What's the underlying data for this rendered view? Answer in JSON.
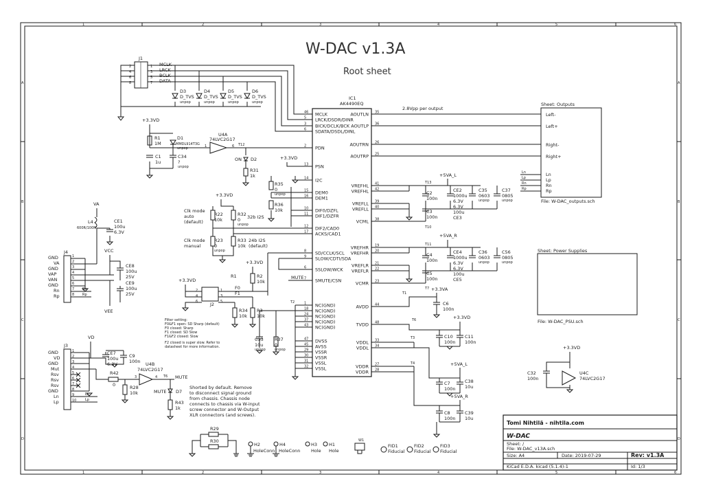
{
  "title": "W-DAC v1.3A",
  "subtitle": "Root sheet",
  "frame": {
    "cols": [
      "1",
      "2",
      "3",
      "4",
      "5",
      "6"
    ],
    "rows": [
      "A",
      "B",
      "C",
      "D"
    ]
  },
  "ic1": {
    "ref": "IC1",
    "part": "AK4490EQ",
    "left_pins": [
      {
        "name": "MCLK",
        "num": "46"
      },
      {
        "name": "LRCK/DSDR/DINR",
        "num": "5"
      },
      {
        "name": "BICK/DCLK/BCK",
        "num": "3"
      },
      {
        "name": "SDATA/DSDL/DINL",
        "num": "6"
      },
      {
        "name": "PDN",
        "num": "2"
      },
      {
        "name": "PSN",
        "num": "13"
      },
      {
        "name": "I2C",
        "num": "14"
      },
      {
        "name": "DEM0",
        "num": "15"
      },
      {
        "name": "DEM1",
        "num": "16"
      },
      {
        "name": "DIF0/DZFL",
        "num": "10"
      },
      {
        "name": "DIF1/DZFR",
        "num": "11"
      },
      {
        "name": "DIF2/CAD0",
        "num": "12"
      },
      {
        "name": "ACKS/CAD1",
        "num": "17"
      },
      {
        "name": "SD/CCLK/SCL",
        "num": "8"
      },
      {
        "name": "SLOW/CDTI/SDA",
        "num": "9"
      },
      {
        "name": "SSLOW/WCK",
        "num": "6"
      },
      {
        "name": "SMUTE/CSN",
        "num": "7"
      },
      {
        "name": "NC(GND)",
        "num": "1"
      },
      {
        "name": "NC(GND)",
        "num": "18"
      },
      {
        "name": "NC(GND)",
        "num": "24"
      },
      {
        "name": "NC(GND)",
        "num": "37"
      },
      {
        "name": "NC(GND)",
        "num": "43"
      },
      {
        "name": "DVSS",
        "num": "47"
      },
      {
        "name": "AVSS",
        "num": "45"
      },
      {
        "name": "VSSR",
        "num": "29"
      },
      {
        "name": "VSSR",
        "num": "30"
      },
      {
        "name": "VSSL",
        "num": "31"
      },
      {
        "name": "VSSL",
        "num": "32"
      }
    ],
    "right_pins": [
      {
        "name": "AOUTLN",
        "num": "35"
      },
      {
        "name": "AOUTLP",
        "num": "36"
      },
      {
        "name": "AOUTRN",
        "num": "26"
      },
      {
        "name": "AOUTRP",
        "num": "25"
      },
      {
        "name": "VREFHL",
        "num": "41"
      },
      {
        "name": "VREFHL",
        "num": "42"
      },
      {
        "name": "VREFLL",
        "num": "39"
      },
      {
        "name": "VREFLL",
        "num": "40"
      },
      {
        "name": "VCML",
        "num": "38"
      },
      {
        "name": "VREFHR",
        "num": "19"
      },
      {
        "name": "VREFHR",
        "num": "20"
      },
      {
        "name": "VREFLR",
        "num": "21"
      },
      {
        "name": "VREFLR",
        "num": "22"
      },
      {
        "name": "VCMR",
        "num": "23"
      },
      {
        "name": "AVDD",
        "num": "44"
      },
      {
        "name": "TVDD",
        "num": "48"
      },
      {
        "name": "VDDL",
        "num": "33"
      },
      {
        "name": "VDDL",
        "num": "34"
      },
      {
        "name": "VDDR",
        "num": "27"
      },
      {
        "name": "VDDR",
        "num": "28"
      }
    ]
  },
  "j1": {
    "ref": "J1",
    "pins_left": [
      "2",
      "4",
      "6",
      "8"
    ],
    "pins_right": [
      "1",
      "3",
      "5",
      "7"
    ],
    "nets": [
      "MCLK",
      "LRCK",
      "BCLK",
      "DATA"
    ]
  },
  "tvs": [
    {
      "ref": "D3",
      "val": "D_TVS",
      "note": "unpop"
    },
    {
      "ref": "D4",
      "val": "D_TVS",
      "note": "unpop"
    },
    {
      "ref": "D5",
      "val": "D_TVS",
      "note": "unpop"
    },
    {
      "ref": "D6",
      "val": "D_TVS",
      "note": "unpop"
    }
  ],
  "output_note": "2.8Vpp per output",
  "sheet_outputs": {
    "name": "Sheet: Outputs",
    "file": "File: W-DAC_outputs.sch",
    "pins": [
      "Left-",
      "Left+",
      "Right-",
      "Right+",
      "Ln",
      "Lp",
      "Rn",
      "Rp"
    ]
  },
  "sheet_psu": {
    "name": "Sheet: Power Supplies",
    "file": "File: W-DAC_PSU.sch"
  },
  "power": {
    "v33": "+3.3VD",
    "v33a": "+3.3VA",
    "v5l": "+5VA_L",
    "v5r": "+5VA_R",
    "va": "VA",
    "vd": "VD",
    "vcc": "VCC",
    "vee": "VEE"
  },
  "parts": {
    "r1": [
      "R1",
      "1M"
    ],
    "d1": [
      "D1",
      "MMDL914T3G",
      "unpop"
    ],
    "c1": [
      "C1",
      "1u"
    ],
    "c34": [
      "C34",
      "?",
      "unpop"
    ],
    "u4a": [
      "U4A",
      "74LVC2G17"
    ],
    "d2": [
      "D2",
      "ON"
    ],
    "r31": [
      "R31",
      "1k"
    ],
    "t12": "T12",
    "r35": [
      "R35",
      "0",
      "unpop"
    ],
    "r36": [
      "R36",
      "10k"
    ],
    "r22": [
      "R22",
      "10k"
    ],
    "r32": [
      "R32",
      "0",
      "unpop"
    ],
    "r23": [
      "R23",
      "0",
      "unpop"
    ],
    "r33": [
      "R33",
      "10k"
    ],
    "r2": [
      "R2",
      "10k"
    ],
    "r1b": [
      "R1",
      "10k"
    ],
    "r34": [
      "R34",
      "10k"
    ],
    "r3": [
      "R3",
      "10k"
    ],
    "c33": [
      "C33",
      "10u",
      "unpop"
    ],
    "r37": [
      "R37",
      "0",
      "unpop"
    ],
    "j2": "J2",
    "f0": "F0",
    "f1": "F1",
    "t2": "T2",
    "mute": "MUTE",
    "l4": [
      "L4",
      "600R/100M"
    ],
    "ce1": [
      "CE1",
      "100u",
      "6.3V"
    ],
    "ce8": [
      "CE8",
      "100u",
      "25V"
    ],
    "ce9": [
      "CE9",
      "100u",
      "25V"
    ],
    "j4": "J4",
    "j3": "J3",
    "ce7": [
      "CE7",
      "100u",
      "6.3V"
    ],
    "c9": [
      "C9",
      "100n"
    ],
    "u4b": [
      "U4B",
      "74LVC2G17"
    ],
    "r42": [
      "R42",
      "0"
    ],
    "r28": [
      "R28",
      "10k"
    ],
    "r43": [
      "R43",
      "1k"
    ],
    "d7": [
      "D7",
      "MUTE"
    ],
    "t6": "T6",
    "c2": [
      "C2",
      "100n"
    ],
    "ce2": [
      "CE2",
      "1000u",
      "6.3V"
    ],
    "c35": [
      "C35",
      "0603",
      "unpop"
    ],
    "c37": [
      "C37",
      "0805",
      "unpop"
    ],
    "c3": [
      "C3",
      "100n"
    ],
    "ce3": [
      "CE3",
      "100u",
      "6.3V"
    ],
    "t13": "T13",
    "t10": "T10",
    "c4": [
      "C4",
      "100n"
    ],
    "ce4": [
      "CE4",
      "1000u",
      "6.3V"
    ],
    "c36": [
      "C36",
      "0603",
      "unpop"
    ],
    "c56": [
      "C56",
      "0805",
      "unpop"
    ],
    "c5": [
      "C5",
      "100n"
    ],
    "ce5": [
      "CE5",
      "100u",
      "6.3V"
    ],
    "t11": "T11",
    "t7": "T7",
    "c6": [
      "C6",
      "100n"
    ],
    "t1": "T1",
    "c10": [
      "C10",
      "100n"
    ],
    "c11": [
      "C11",
      "100n"
    ],
    "t3": "T3",
    "t4": "T4",
    "c7": [
      "C7",
      "100n"
    ],
    "c38": [
      "C38",
      "10u"
    ],
    "c8": [
      "C8",
      "100n"
    ],
    "c39": [
      "C39",
      "10u"
    ],
    "c32": [
      "C32",
      "100n"
    ],
    "u4c": [
      "U4C",
      "74LVC2G17"
    ],
    "r29": "R29",
    "r30": "R30",
    "h2": [
      "H2",
      "HoleConn"
    ],
    "h4": [
      "H4",
      "HoleConn"
    ],
    "h3": [
      "H3",
      "Hole"
    ],
    "h1": [
      "H1",
      "Hole"
    ],
    "w1": "W1",
    "fid1": [
      "FID1",
      "Fiducial"
    ],
    "fid2": [
      "FID2",
      "Fiducial"
    ],
    "fid3": [
      "FID3",
      "Fiducial"
    ]
  },
  "clk_mode": {
    "auto": "Clk mode\nauto\n(default)",
    "manual": "Clk mode\nmanual",
    "i2s32": "32b I2S",
    "i2s24": "24b I2S\n(default)"
  },
  "filter_note": [
    "Filter setting:",
    "F0&F1 open: SD Sharp (default)",
    "F0 closed: Sharp",
    "F1 closed: SD Slow",
    "F1&F2 closed: Slow",
    "",
    "F2 closed is super slow. Refer to",
    "datasheet for more information."
  ],
  "chassis_note": [
    "Shorted by default. Remove",
    "to disconnect signal ground",
    "from chassis. Chassis node",
    "connects to chassis via W-input",
    "screw connector and W-Output",
    "XLR connectors (and screws)."
  ],
  "j4_labels": [
    "GND",
    "VA",
    "GND",
    "VAP",
    "VAN",
    "GND",
    "Rn",
    "Rp"
  ],
  "j3_labels": [
    "GND",
    "VD",
    "GND",
    "Mut",
    "Rsv",
    "Rsv",
    "Rsv",
    "GND",
    "Ln",
    "Lp"
  ],
  "title_block": {
    "author": "Tomi Nihtilä - nihtila.com",
    "project": "W-DAC",
    "sheet": "Sheet: /",
    "file": "File: W-DAC_v13A.sch",
    "size": "Size: A4",
    "date": "Date: 2019-07-29",
    "rev": "Rev: v1.3A",
    "tool": "KiCad E.D.A.  kicad (5.1.4)-1",
    "id": "Id: 1/3"
  }
}
